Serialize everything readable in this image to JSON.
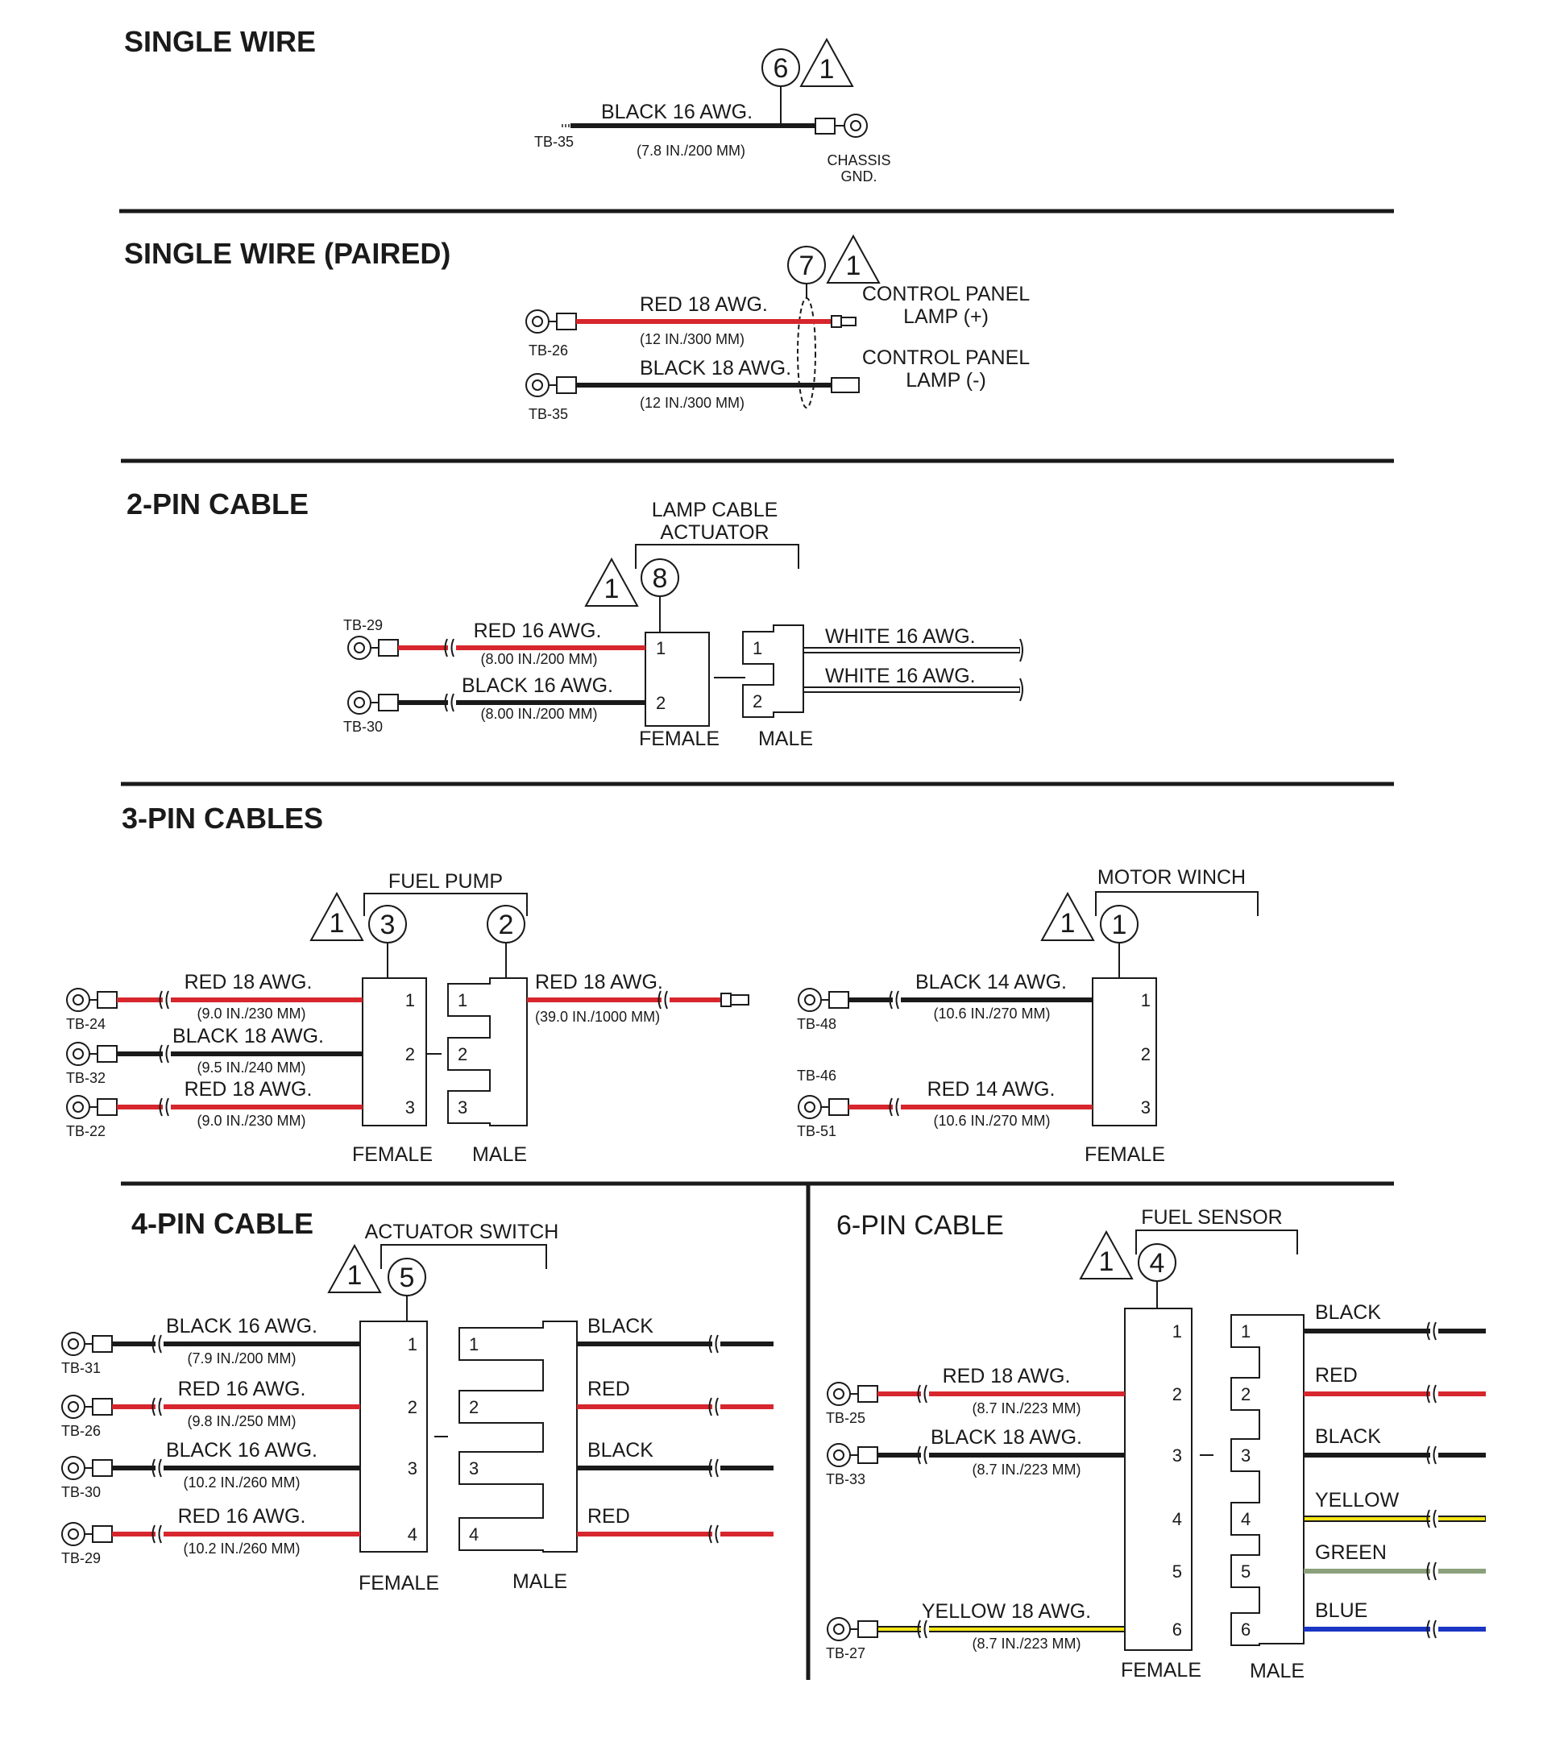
{
  "colors": {
    "RED": "#d7262d",
    "BLACK": "#1a1a1a",
    "WHITE": "#ffffff",
    "YELLOW": "#f2e513",
    "GREEN": "#8aa07a",
    "BLUE": "#1b35c4"
  },
  "sections": {
    "single_wire": {
      "title": "SINGLE WIRE",
      "item_number": "6",
      "note_number": "1",
      "wire_label": "BLACK 16 AWG.",
      "wire_length": "(7.8 IN./200 MM)",
      "terminal": "TB-35",
      "destination": [
        "CHASSIS",
        "GND."
      ]
    },
    "single_wire_paired": {
      "title": "SINGLE WIRE (PAIRED)",
      "item_number": "7",
      "note_number": "1",
      "wires": [
        {
          "label": "RED 18 AWG.",
          "length": "(12 IN./300 MM)",
          "terminal": "TB-26",
          "color": "RED",
          "destination": [
            "CONTROL PANEL",
            "LAMP (+)"
          ]
        },
        {
          "label": "BLACK 18 AWG.",
          "length": "(12 IN./300 MM)",
          "terminal": "TB-35",
          "color": "BLACK",
          "destination": [
            "CONTROL PANEL",
            "LAMP (-)"
          ]
        }
      ]
    },
    "two_pin": {
      "title": "2-PIN CABLE",
      "cable_name": [
        "LAMP CABLE",
        "ACTUATOR"
      ],
      "item_number": "8",
      "note_number": "1",
      "wires": [
        {
          "label": "RED 16 AWG.",
          "length": "(8.00 IN./200 MM)",
          "terminal": "TB-29",
          "color": "RED",
          "pin": "1"
        },
        {
          "label": "BLACK 16 AWG.",
          "length": "(8.00 IN./200 MM)",
          "terminal": "TB-30",
          "color": "BLACK",
          "pin": "2"
        }
      ],
      "male_wires": [
        {
          "label": "WHITE 16 AWG.",
          "pin": "1"
        },
        {
          "label": "WHITE 16 AWG.",
          "pin": "2"
        }
      ],
      "female_label": "FEMALE",
      "male_label": "MALE"
    },
    "three_pin": {
      "title": "3-PIN CABLES",
      "fuel_pump": {
        "name": "FUEL PUMP",
        "female_item": "3",
        "male_item": "2",
        "note_number": "1",
        "wires": [
          {
            "label": "RED 18 AWG.",
            "length": "(9.0 IN./230 MM)",
            "terminal": "TB-24",
            "color": "RED",
            "pin": "1"
          },
          {
            "label": "BLACK 18 AWG.",
            "length": "(9.5 IN./240 MM)",
            "terminal": "TB-32",
            "color": "BLACK",
            "pin": "2"
          },
          {
            "label": "RED 18 AWG.",
            "length": "(9.0 IN./230 MM)",
            "terminal": "TB-22",
            "color": "RED",
            "pin": "3"
          }
        ],
        "male_pins": [
          "1",
          "2",
          "3"
        ],
        "male_wire": {
          "label": "RED 18 AWG.",
          "length": "(39.0 IN./1000 MM)"
        },
        "female_label": "FEMALE",
        "male_label": "MALE"
      },
      "motor_winch": {
        "name": "MOTOR WINCH",
        "item_number": "1",
        "note_number": "1",
        "wires": [
          {
            "label": "BLACK 14 AWG.",
            "length": "(10.6 IN./270 MM)",
            "terminal": "TB-48",
            "color": "BLACK",
            "pin": "1"
          },
          {
            "label": "RED 14 AWG.",
            "length": "(10.6 IN./270 MM)",
            "terminal": "TB-51",
            "color": "RED",
            "pin": "3"
          }
        ],
        "extra_terminal": "TB-46",
        "pins": [
          "1",
          "2",
          "3"
        ],
        "female_label": "FEMALE"
      }
    },
    "four_pin": {
      "title": "4-PIN CABLE",
      "name": "ACTUATOR SWITCH",
      "item_number": "5",
      "note_number": "1",
      "wires": [
        {
          "label": "BLACK 16 AWG.",
          "length": "(7.9 IN./200 MM)",
          "terminal": "TB-31",
          "color": "BLACK",
          "pin": "1"
        },
        {
          "label": "RED 16 AWG.",
          "length": "(9.8 IN./250 MM)",
          "terminal": "TB-26",
          "color": "RED",
          "pin": "2"
        },
        {
          "label": "BLACK 16 AWG.",
          "length": "(10.2 IN./260 MM)",
          "terminal": "TB-30",
          "color": "BLACK",
          "pin": "3"
        },
        {
          "label": "RED 16 AWG.",
          "length": "(10.2 IN./260 MM)",
          "terminal": "TB-29",
          "color": "RED",
          "pin": "4"
        }
      ],
      "male_wires": [
        {
          "label": "BLACK",
          "color": "BLACK",
          "pin": "1"
        },
        {
          "label": "RED",
          "color": "RED",
          "pin": "2"
        },
        {
          "label": "BLACK",
          "color": "BLACK",
          "pin": "3"
        },
        {
          "label": "RED",
          "color": "RED",
          "pin": "4"
        }
      ],
      "female_label": "FEMALE",
      "male_label": "MALE"
    },
    "six_pin": {
      "title": "6-PIN CABLE",
      "name": "FUEL SENSOR",
      "item_number": "4",
      "note_number": "1",
      "wires": [
        {
          "label": "RED 18 AWG.",
          "length": "(8.7 IN./223 MM)",
          "terminal": "TB-25",
          "color": "RED",
          "pin": "2"
        },
        {
          "label": "BLACK 18 AWG.",
          "length": "(8.7 IN./223 MM)",
          "terminal": "TB-33",
          "color": "BLACK",
          "pin": "3"
        },
        {
          "label": "YELLOW 18 AWG.",
          "length": "(8.7 IN./223 MM)",
          "terminal": "TB-27",
          "color": "YELLOW",
          "pin": "6"
        }
      ],
      "female_pins": [
        "1",
        "2",
        "3",
        "4",
        "5",
        "6"
      ],
      "male_wires": [
        {
          "label": "BLACK",
          "color": "BLACK",
          "pin": "1"
        },
        {
          "label": "RED",
          "color": "RED",
          "pin": "2"
        },
        {
          "label": "BLACK",
          "color": "BLACK",
          "pin": "3"
        },
        {
          "label": "YELLOW",
          "color": "YELLOW",
          "pin": "4"
        },
        {
          "label": "GREEN",
          "color": "GREEN",
          "pin": "5"
        },
        {
          "label": "BLUE",
          "color": "BLUE",
          "pin": "6"
        }
      ],
      "female_label": "FEMALE",
      "male_label": "MALE"
    }
  }
}
